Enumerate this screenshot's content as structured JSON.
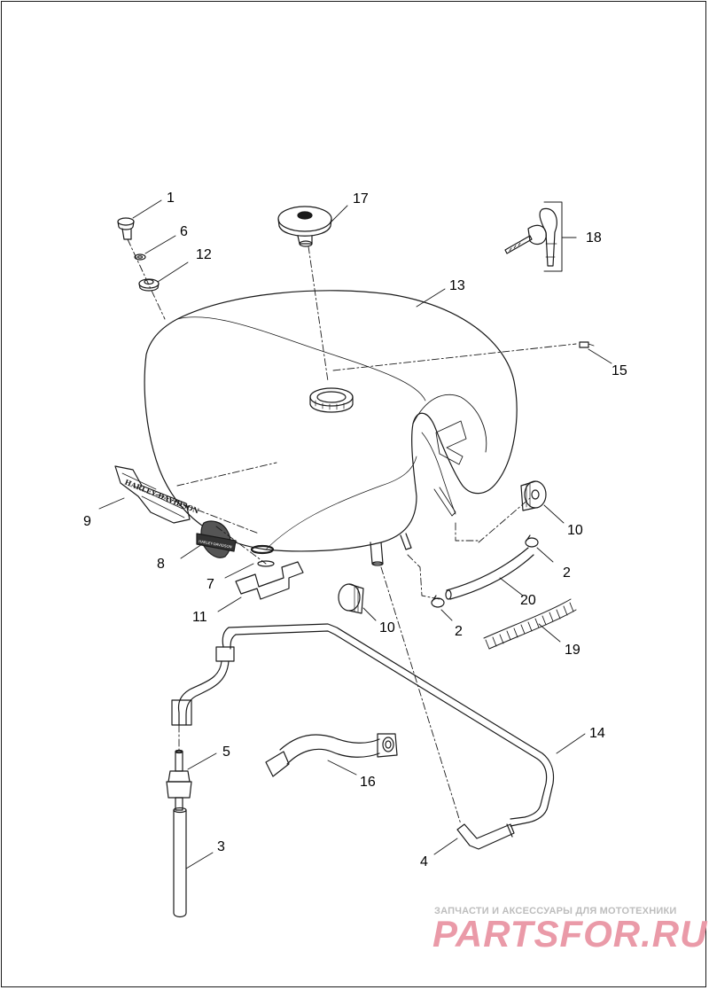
{
  "callouts": {
    "c1": "1",
    "c2a": "2",
    "c2b": "2",
    "c3": "3",
    "c4": "4",
    "c5": "5",
    "c6": "6",
    "c7": "7",
    "c8": "8",
    "c9": "9",
    "c10a": "10",
    "c10b": "10",
    "c11": "11",
    "c12": "12",
    "c13": "13",
    "c14": "14",
    "c15": "15",
    "c16": "16",
    "c17": "17",
    "c18": "18",
    "c19": "19",
    "c20": "20"
  },
  "emblem_text": {
    "script": "HARLEY-DAVIDSON",
    "badge": "HARLEY-DAVIDSON"
  },
  "watermark": {
    "subtitle": "ЗАПЧАСТИ И АКСЕССУАРЫ ДЛЯ МОТОТЕХНИКИ",
    "site": "PARTSFOR.RU"
  },
  "colors": {
    "line": "#1a1a1a",
    "watermark_red": "#ea9aa8",
    "watermark_gray": "#bdbdbd"
  }
}
